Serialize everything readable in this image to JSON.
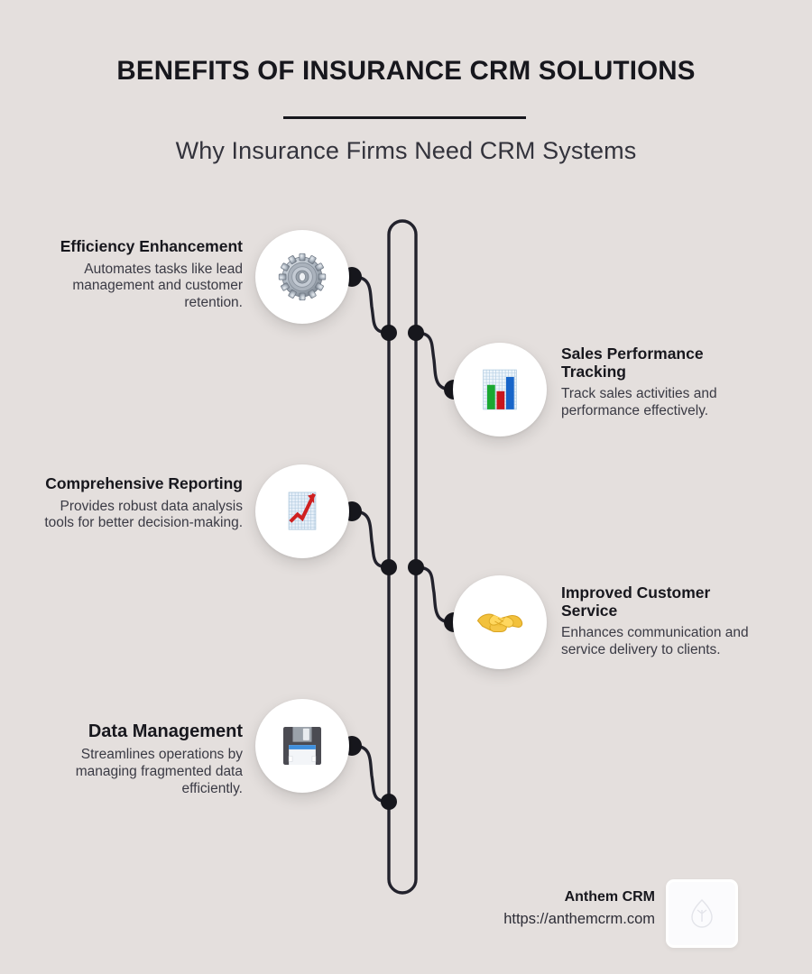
{
  "header": {
    "title": "BENEFITS OF INSURANCE CRM SOLUTIONS",
    "subtitle": "Why Insurance Firms Need CRM Systems"
  },
  "colors": {
    "background": "#e4dfdd",
    "ink": "#17171d",
    "body_text": "#3a3a44",
    "connector": "#22222c",
    "circle": "#ffffff",
    "chart_green": "#1aa832",
    "chart_red": "#c9161d",
    "chart_blue": "#1765c9",
    "chart_grid": "#9fc4e0",
    "floppy_body": "#4b4b52",
    "floppy_blue": "#3f8fdd",
    "gear_gray": "#9aa2ac",
    "handshake_yellow": "#f5c033"
  },
  "items": [
    {
      "side": "left",
      "icon": "gear-icon",
      "heading": "Efficiency Enhancement",
      "body": "Automates tasks like lead management and customer retention."
    },
    {
      "side": "right",
      "icon": "bar-chart-icon",
      "heading": "Sales Performance Tracking",
      "body": "Track sales activities and performance effectively."
    },
    {
      "side": "left",
      "icon": "chart-increasing-icon",
      "heading": "Comprehensive Reporting",
      "body": "Provides robust data analysis tools for better decision-making."
    },
    {
      "side": "right",
      "icon": "handshake-icon",
      "heading": "Improved Customer Service",
      "body": "Enhances communication and service delivery to clients."
    },
    {
      "side": "left",
      "icon": "floppy-disk-icon",
      "heading": "Data Management",
      "body": "Streamlines operations by managing fragmented data efficiently."
    }
  ],
  "footer": {
    "brand": "Anthem CRM",
    "url": "https://anthemcrm.com",
    "logo_icon": "anthem-logo-icon"
  }
}
